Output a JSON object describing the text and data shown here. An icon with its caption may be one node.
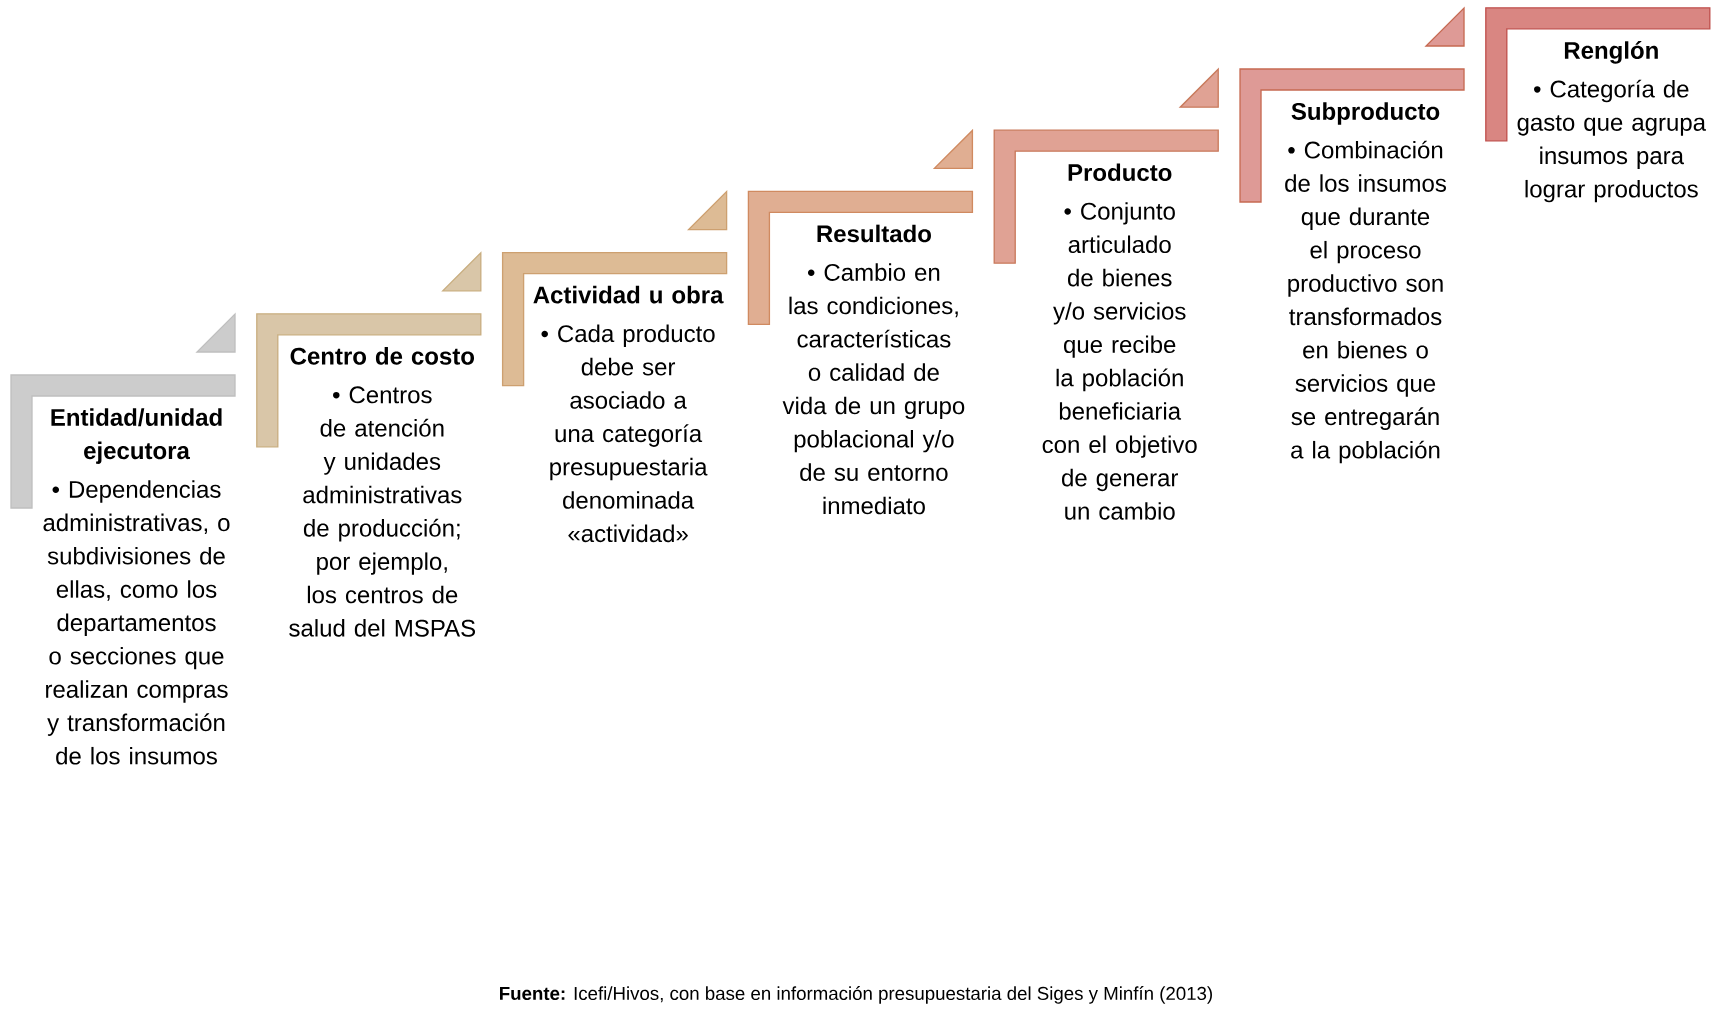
{
  "diagram": {
    "nodes": [
      {
        "text": [
          "Entidad/unidad ejecutora",
          "• Dependencias administrativas, o subdivisiones de ellas, como los departamentos o secciones que realizan compras y transformación de los insumos"
        ]
      },
      {
        "text": [
          "Centro de costo",
          "• Centros de atención y unidades administrativas de producción; por ejemplo, los centros de salud del MSPAS"
        ]
      },
      {
        "text": [
          "Actividad u obra",
          "• Cada producto debe ser asociado a una categoría presupuestaria denominada «actividad»"
        ]
      },
      {
        "text": [
          "Resultado",
          "• Cambio en las condiciones, características o calidad de vida de un grupo poblacional y/o de su entorno inmediato"
        ]
      },
      {
        "text": [
          "Producto",
          "• Conjunto articulado de bienes y/o servicios que recibe la población beneficiaria con el objetivo de generar un cambio"
        ]
      },
      {
        "text": [
          "Subproducto",
          "• Combinación de los insumos que durante el proceso productivo son transformados en bienes o servicios que se entregarán a la población"
        ]
      },
      {
        "text": [
          "Renglón",
          "• Categoría de gasto que agrupa insumos para lograr productos"
        ]
      }
    ],
    "labels": [
      "**Fuente:** Icefi/Hivos, con base en información presupuestaria del Siges y Minfín (2013)"
    ]
  }
}
